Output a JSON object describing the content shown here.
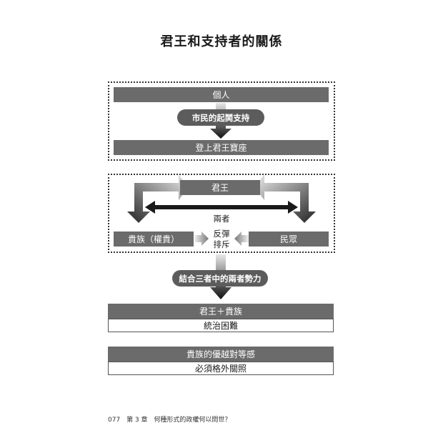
{
  "title": "君王和支持者的關係",
  "section1": {
    "individual": "個人",
    "support": "市民的起鬨支持",
    "throne": "登上君王寶座"
  },
  "section2": {
    "king": "君王",
    "both": "兩者",
    "nobles": "貴族（權貴）",
    "people": "民眾",
    "backlash_line1": "反彈",
    "backlash_line2": "排斥"
  },
  "combine": "結合三者中的兩者勢力",
  "result1": {
    "header": "君王＋貴族",
    "body": "統治困難"
  },
  "result2": {
    "header": "貴族的優越對等感",
    "body": "必須格外關照"
  },
  "footer": {
    "page": "077",
    "chapter": "第 3 章",
    "chapter_title": "何種形式的政權何以問世？"
  },
  "colors": {
    "bar": "#6b6b6b",
    "pill": "#5c5c5c",
    "arrow_dark": "#1a1a1a",
    "arrow_light": "#e6e6e6"
  }
}
